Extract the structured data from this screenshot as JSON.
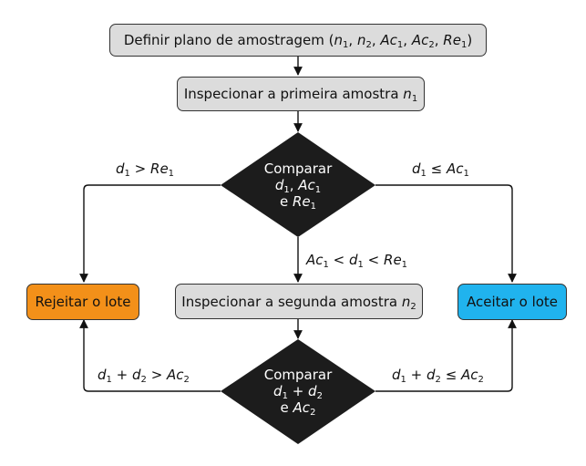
{
  "nodes": {
    "define_plan": {
      "prefix": "Definir plano de amostragem ("
    },
    "inspect_first": {
      "prefix": "Inspecionar a primeira amostra "
    },
    "compare1": {
      "line1": "Comparar",
      "line3_prefix": "e "
    },
    "reject": {
      "label": "Rejeitar o lote"
    },
    "inspect_second": {
      "prefix": "Inspecionar a segunda amostra "
    },
    "accept": {
      "label": "Aceitar o lote"
    },
    "compare2": {
      "line1": "Comparar",
      "line3_prefix": "e "
    }
  },
  "colors": {
    "process": "#dcdcdc",
    "decision": "#1c1c1c",
    "reject": "#f39019",
    "accept": "#20b3ee",
    "stroke": "#333333"
  }
}
